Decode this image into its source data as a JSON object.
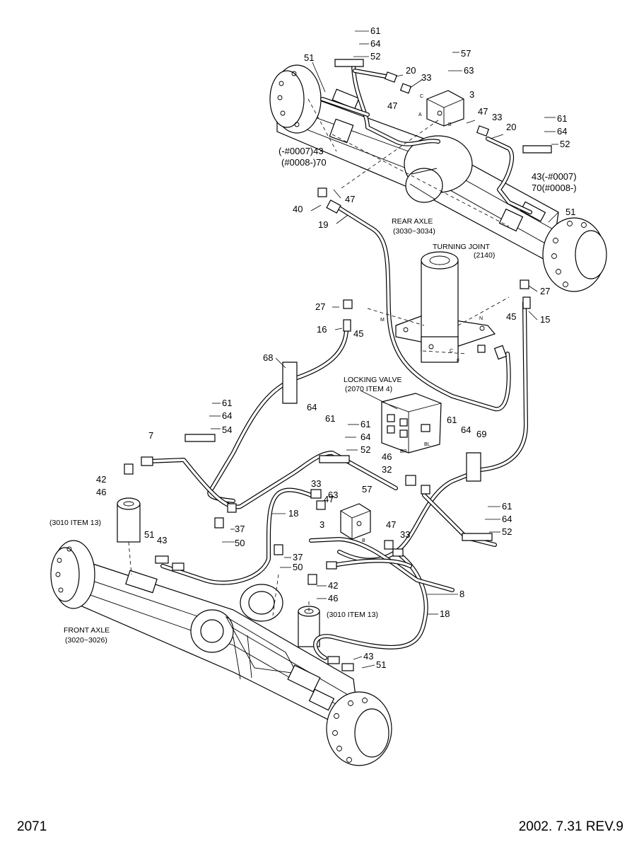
{
  "footer": {
    "page_number": "2071",
    "revision": "2002. 7.31  REV.9"
  },
  "assemblies": {
    "rear_axle": {
      "name": "REAR AXLE",
      "ref": "(3030~3034)"
    },
    "turning_joint": {
      "name": "TURNING JOINT",
      "ref": "(2140)"
    },
    "locking_valve": {
      "name": "LOCKING VALVE",
      "ref": "(2070 ITEM 4)"
    },
    "front_axle": {
      "name": "FRONT AXLE",
      "ref": "(3020~3026)"
    },
    "cyl_ref_left": "(3010 ITEM 13)",
    "cyl_ref_right": "(3010 ITEM 13)"
  },
  "variants": {
    "upper_left_a": "(-#0007)43",
    "upper_left_b": "(#0008-)70",
    "upper_right_a": "43(-#0007)",
    "upper_right_b": "70(#0008-)"
  },
  "port_letters": [
    "A",
    "B",
    "C",
    "M",
    "N",
    "C",
    "F",
    "BR",
    "BL",
    "B"
  ],
  "callouts": [
    "61",
    "64",
    "52",
    "51",
    "20",
    "33",
    "47",
    "57",
    "63",
    "3",
    "47",
    "33",
    "20",
    "61",
    "64",
    "52",
    "51",
    "40",
    "19",
    "47",
    "27",
    "45",
    "16",
    "27",
    "45",
    "15",
    "68",
    "64",
    "61",
    "61",
    "64",
    "54",
    "7",
    "42",
    "46",
    "52",
    "61",
    "64",
    "61",
    "64",
    "69",
    "46",
    "32",
    "63",
    "57",
    "33",
    "47",
    "18",
    "37",
    "50",
    "3",
    "47",
    "33",
    "51",
    "43",
    "61",
    "64",
    "52",
    "37",
    "50",
    "42",
    "46",
    "8",
    "18",
    "43",
    "51"
  ]
}
